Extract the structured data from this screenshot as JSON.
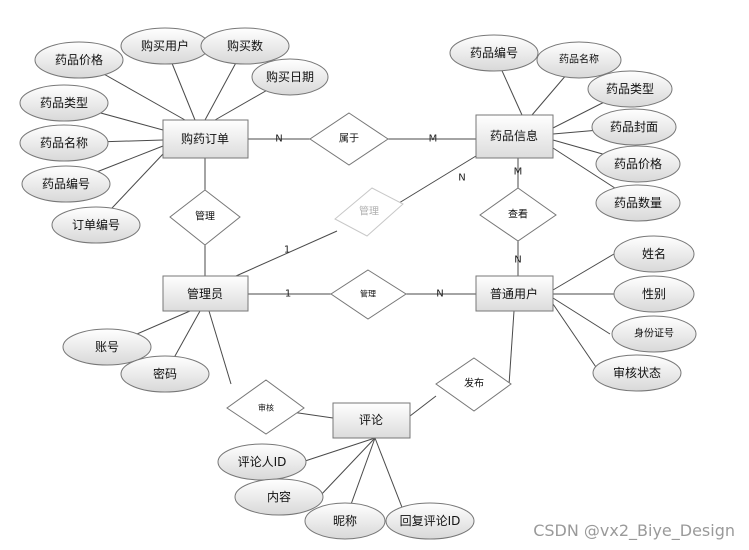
{
  "entities": {
    "order": "购药订单",
    "drug": "药品信息",
    "admin": "管理员",
    "user": "普通用户",
    "comment": "评论"
  },
  "relationships": {
    "belongs": "属于",
    "manage_order": "管理",
    "manage_drug": "管理",
    "manage_user": "管理",
    "view": "查看",
    "publish": "发布",
    "review": "审核"
  },
  "order_attrs": [
    "药品价格",
    "购买用户",
    "购买数",
    "购买日期",
    "药品类型",
    "药品名称",
    "药品编号",
    "订单编号"
  ],
  "drug_attrs": [
    "药品编号",
    "药品名称",
    "药品类型",
    "药品封面",
    "药品价格",
    "药品数量"
  ],
  "admin_attrs": [
    "账号",
    "密码"
  ],
  "user_attrs": [
    "姓名",
    "性别",
    "身份证号",
    "审核状态"
  ],
  "comment_attrs": [
    "评论人ID",
    "内容",
    "昵称",
    "回复评论ID"
  ],
  "cardinality": {
    "order_belongs": "N",
    "belongs_drug": "M",
    "drug_manage": "N",
    "manage_admin": "1",
    "drug_view": "M",
    "view_user": "N",
    "admin_manage": "1",
    "manage_user": "N"
  },
  "watermark": "CSDN @vx2_Biye_Design"
}
